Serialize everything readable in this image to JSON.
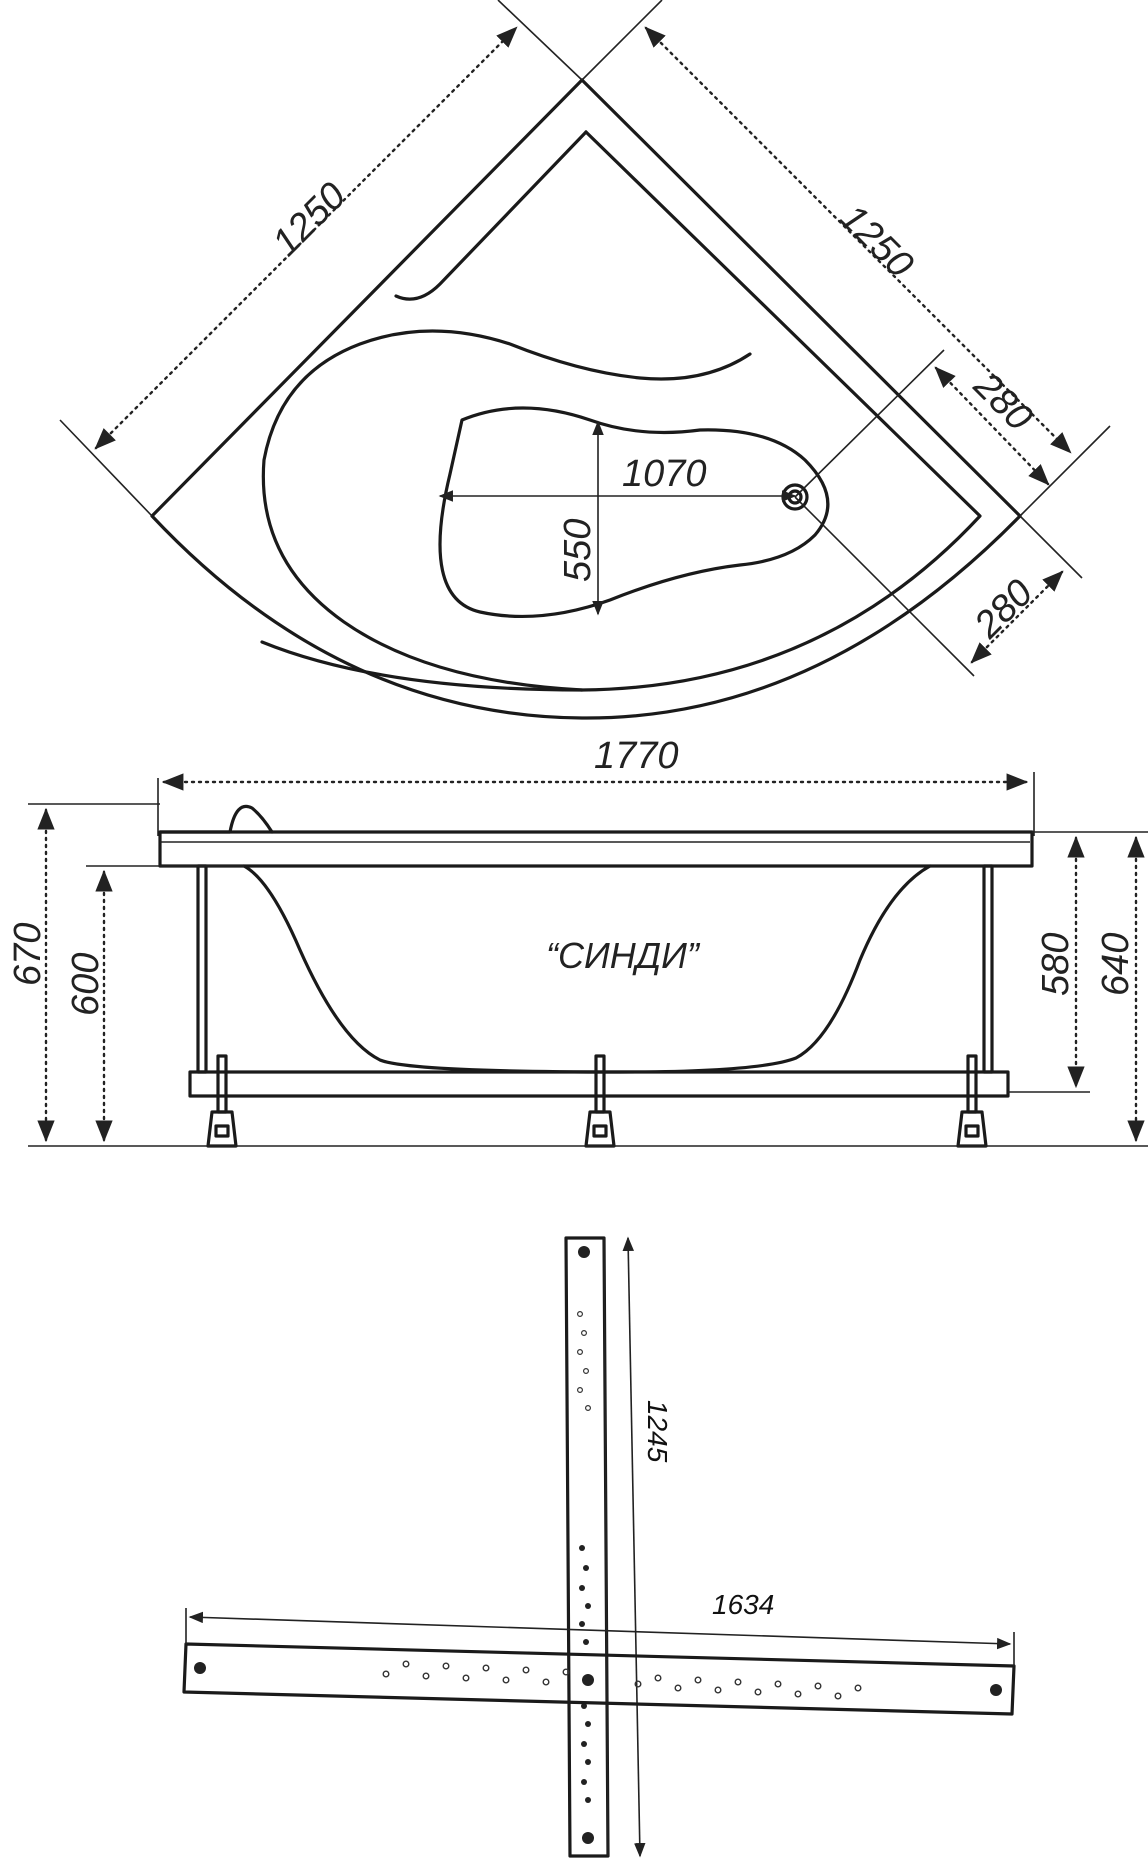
{
  "top_view": {
    "side_left": "1250",
    "side_right": "1250",
    "drain_offset_a": "280",
    "drain_offset_b": "280",
    "basin_length": "1070",
    "basin_width": "550"
  },
  "side_view": {
    "length": "1770",
    "model_name": "“СИНДИ”",
    "height_total": "670",
    "height_rim": "600",
    "height_right_inner": "580",
    "height_right_outer": "640"
  },
  "frame_view": {
    "length_vertical": "1245",
    "length_horizontal": "1634"
  },
  "colors": {
    "line": "#1a1a1a",
    "background": "#ffffff"
  }
}
